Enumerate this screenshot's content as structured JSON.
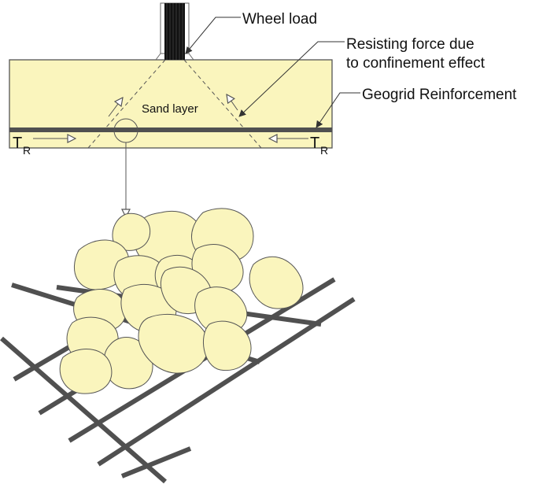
{
  "labels": {
    "wheel_load": "Wheel load",
    "resisting_line1": "Resisting force due",
    "resisting_line2": "to confinement effect",
    "geogrid": "Geogrid Reinforcement",
    "sand_layer": "Sand layer",
    "tension": "T",
    "tension_subscript": "R"
  },
  "colors": {
    "sand": "#faf5bd",
    "outline": "#555555",
    "geogrid": "#505050",
    "wheel": "#111111",
    "text": "#111111"
  }
}
